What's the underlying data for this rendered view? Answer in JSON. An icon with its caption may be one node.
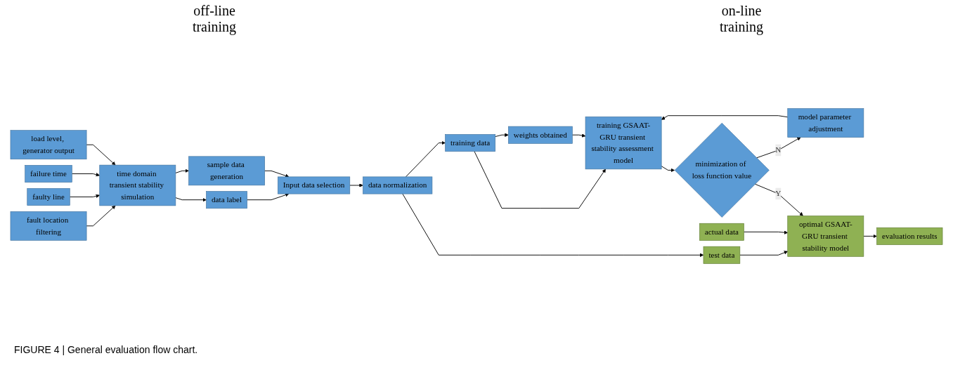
{
  "diagram": {
    "caption": "FIGURE 4 | General evaluation flow chart.",
    "nodes": [
      {
        "text": [
          "fault location filtering"
        ]
      },
      {
        "text": [
          "faulty line"
        ]
      },
      {
        "text": [
          "failure time"
        ]
      },
      {
        "text": [
          "load level, generator output"
        ]
      },
      {
        "text": [
          "time domain transient stability simulation"
        ]
      },
      {
        "text": [
          "data label"
        ]
      },
      {
        "text": [
          "sample data generation"
        ]
      },
      {
        "text": [
          "Input data selection"
        ]
      },
      {
        "text": [
          "data normalization"
        ]
      },
      {
        "text": [
          "test data"
        ]
      },
      {
        "text": [
          "actual data"
        ]
      },
      {
        "text": [
          "model parameter adjustment"
        ]
      },
      {
        "text": [
          "training data"
        ]
      },
      {
        "text": [
          "weights obtained"
        ]
      },
      {
        "text": [
          "optimal GSAAT-GRU transient stability model"
        ]
      },
      {
        "text": [
          "training GSAAT-GRU transient stability assessment model"
        ]
      },
      {
        "text": [
          "evaluation results"
        ]
      },
      {
        "text": [
          "minimization of loss function value"
        ]
      }
    ],
    "edges": [
      {
        "from": 0,
        "to": 4,
        "arrow": "to"
      },
      {
        "from": 1,
        "to": 4,
        "arrow": "to"
      },
      {
        "from": 2,
        "to": 4,
        "arrow": "to"
      },
      {
        "from": 3,
        "to": 4,
        "arrow": "to"
      },
      {
        "from": 4,
        "to": 5,
        "arrow": "to"
      },
      {
        "from": 4,
        "to": 6,
        "arrow": "to"
      },
      {
        "from": 5,
        "to": 7,
        "arrow": "to"
      },
      {
        "from": 6,
        "to": 7,
        "arrow": "to"
      },
      {
        "from": 7,
        "to": 8,
        "arrow": "to"
      },
      {
        "from": 8,
        "to": 9,
        "arrow": "to"
      },
      {
        "from": 8,
        "to": 12,
        "arrow": "to"
      },
      {
        "from": 12,
        "to": 13,
        "arrow": "to"
      },
      {
        "from": 9,
        "to": 14,
        "arrow": "to"
      },
      {
        "from": 10,
        "to": 14,
        "arrow": "to"
      },
      {
        "from": 11,
        "to": 15,
        "arrow": "to"
      },
      {
        "from": 12,
        "to": 15,
        "arrow": "to"
      },
      {
        "from": 13,
        "to": 15,
        "arrow": "to"
      },
      {
        "from": 14,
        "to": 16,
        "arrow": "to"
      },
      {
        "from": 15,
        "to": 17,
        "arrow": "to"
      },
      {
        "from": 17,
        "to": 11,
        "label": "N",
        "arrow": "to"
      },
      {
        "from": 17,
        "to": 14,
        "label": "Y",
        "arrow": "to"
      }
    ],
    "labels": [
      "on-line training",
      "off-line training"
    ]
  }
}
